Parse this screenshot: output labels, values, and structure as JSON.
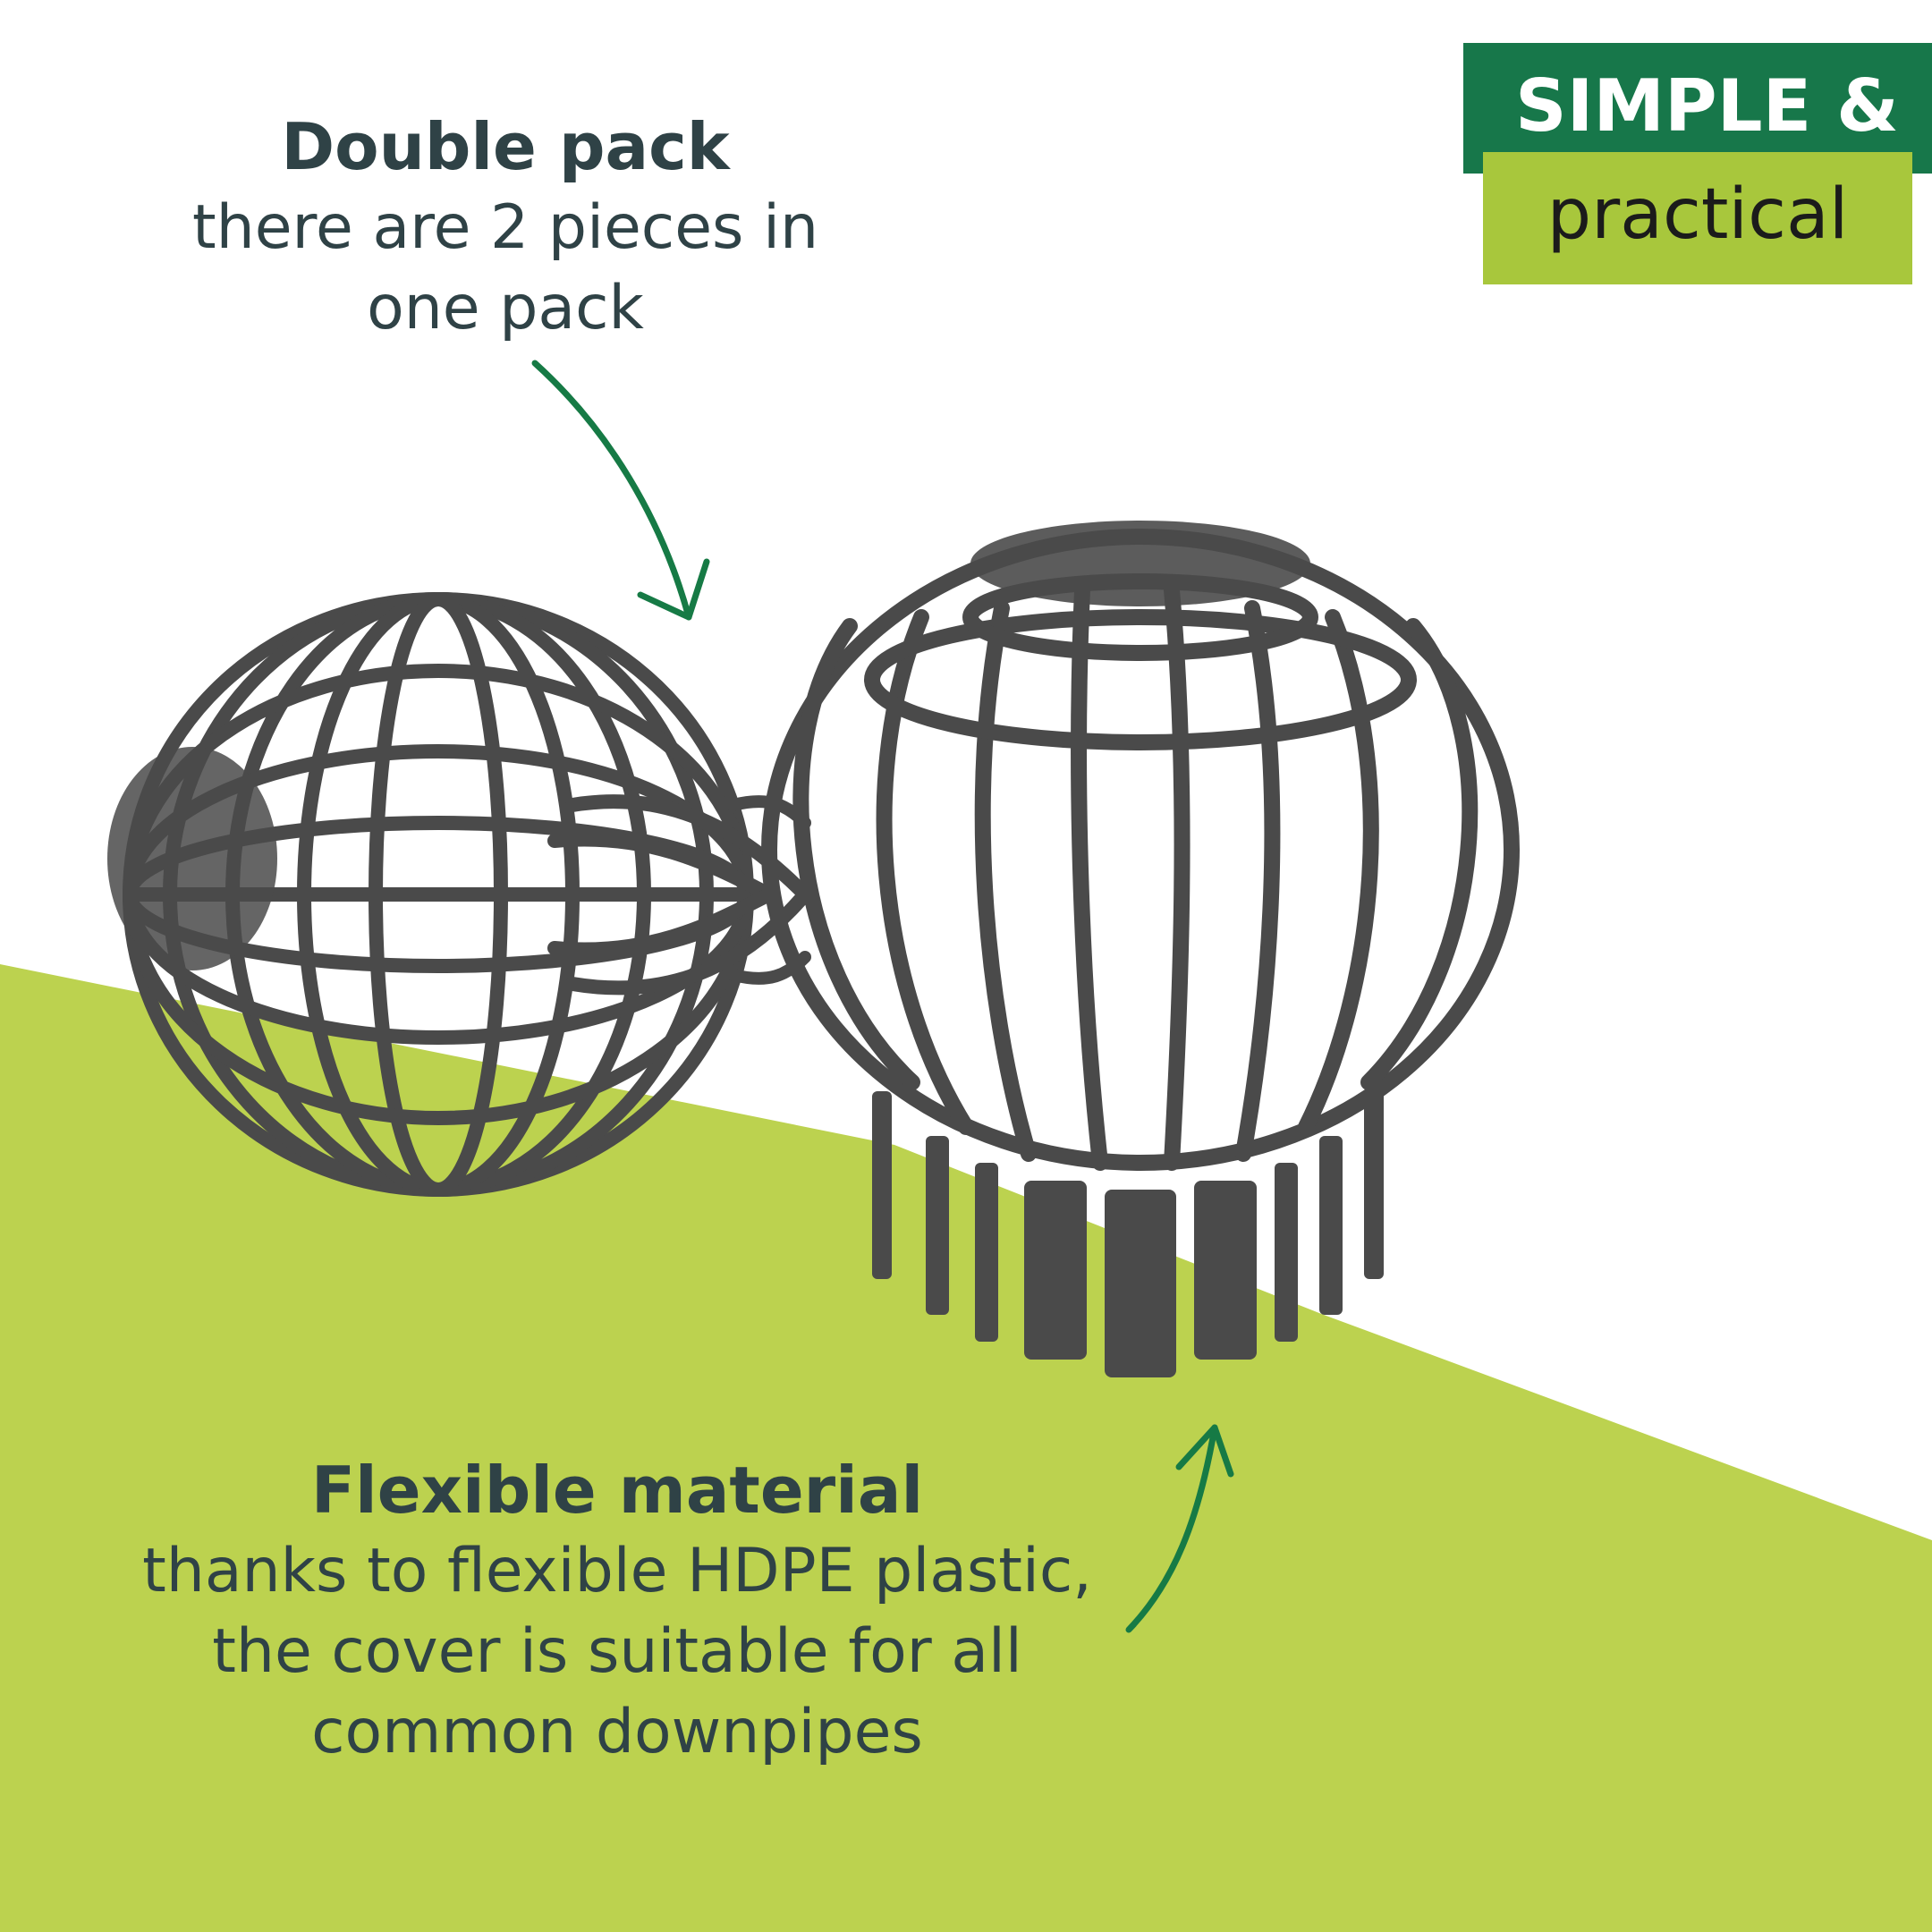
{
  "colors": {
    "background": "#ffffff",
    "lime_band": "#bcd24f",
    "badge_dark_green": "#17774a",
    "badge_lime": "#a8c73c",
    "arrow_green": "#167a45",
    "text_dark": "#2f4246",
    "product_dark": "#4a4a4a"
  },
  "badge": {
    "line1": "SIMPLE &",
    "line2": "practical"
  },
  "callouts": {
    "top": {
      "heading": "Double pack",
      "lines": [
        "there are 2 pieces in",
        "one pack"
      ]
    },
    "bottom": {
      "heading": "Flexible material",
      "lines": [
        "thanks to flexible HDPE plastic,",
        "the cover is suitable for all",
        "common downpipes"
      ]
    }
  },
  "icons": {
    "arrow_top": "curved-arrow-down-icon",
    "arrow_bottom": "curved-arrow-up-icon",
    "product_left": "downpipe-ball-guard",
    "product_right": "downpipe-ball-guard"
  }
}
